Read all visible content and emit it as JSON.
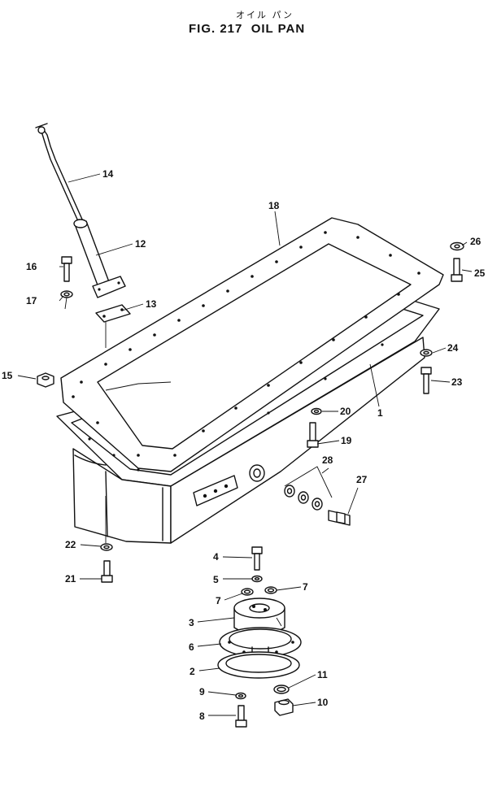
{
  "title": {
    "japanese": "オイル パン",
    "figure": "FIG. 217",
    "name": "OIL PAN"
  },
  "parts": [
    {
      "id": "1",
      "label": "1"
    },
    {
      "id": "2",
      "label": "2"
    },
    {
      "id": "3",
      "label": "3"
    },
    {
      "id": "4",
      "label": "4"
    },
    {
      "id": "5",
      "label": "5"
    },
    {
      "id": "6",
      "label": "6"
    },
    {
      "id": "7a",
      "label": "7"
    },
    {
      "id": "7b",
      "label": "7"
    },
    {
      "id": "8",
      "label": "8"
    },
    {
      "id": "9",
      "label": "9"
    },
    {
      "id": "10",
      "label": "10"
    },
    {
      "id": "11",
      "label": "11"
    },
    {
      "id": "12",
      "label": "12"
    },
    {
      "id": "13",
      "label": "13"
    },
    {
      "id": "14",
      "label": "14"
    },
    {
      "id": "15",
      "label": "15"
    },
    {
      "id": "16",
      "label": "16"
    },
    {
      "id": "17",
      "label": "17"
    },
    {
      "id": "18",
      "label": "18"
    },
    {
      "id": "19",
      "label": "19"
    },
    {
      "id": "20",
      "label": "20"
    },
    {
      "id": "21",
      "label": "21"
    },
    {
      "id": "22",
      "label": "22"
    },
    {
      "id": "23",
      "label": "23"
    },
    {
      "id": "24",
      "label": "24"
    },
    {
      "id": "25",
      "label": "25"
    },
    {
      "id": "26",
      "label": "26"
    },
    {
      "id": "27",
      "label": "27"
    },
    {
      "id": "28",
      "label": "28"
    }
  ]
}
